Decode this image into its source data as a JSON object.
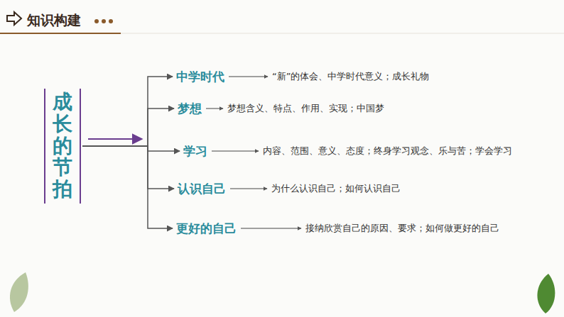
{
  "diagram": {
    "title": "知识构建",
    "nodes": [
      {
        "text": [
          "成长的节拍"
        ]
      },
      {
        "text": [
          "中学时代"
        ]
      },
      {
        "text": [
          "“新”的体会、中学时代意义；成长礼物"
        ]
      },
      {
        "text": [
          "梦想"
        ]
      },
      {
        "text": [
          "梦想含义、特点、作用、实现；中国梦"
        ]
      },
      {
        "text": [
          "学习"
        ]
      },
      {
        "text": [
          "内容、范围、意义、态度；终身学习观念、乐与苦；学会学习"
        ]
      },
      {
        "text": [
          "认识自己"
        ]
      },
      {
        "text": [
          "为什么认识自己；如何认识自己"
        ]
      },
      {
        "text": [
          "更好的自己"
        ]
      },
      {
        "text": [
          "接纳欣赏自己的原因、要求；如何做更好的自己"
        ]
      }
    ],
    "edges": [
      {
        "from": 0,
        "to": 1,
        "arrow": "to"
      },
      {
        "from": 0,
        "to": 3,
        "arrow": "to"
      },
      {
        "from": 0,
        "to": 5,
        "arrow": "to"
      },
      {
        "from": 0,
        "to": 7,
        "arrow": "to"
      },
      {
        "from": 0,
        "to": 9,
        "arrow": "to"
      },
      {
        "from": 1,
        "to": 2,
        "arrow": "to"
      },
      {
        "from": 3,
        "to": 4,
        "arrow": "to"
      },
      {
        "from": 5,
        "to": 6,
        "arrow": "to"
      },
      {
        "from": 7,
        "to": 8,
        "arrow": "to"
      },
      {
        "from": 9,
        "to": 10,
        "arrow": "to"
      }
    ]
  }
}
